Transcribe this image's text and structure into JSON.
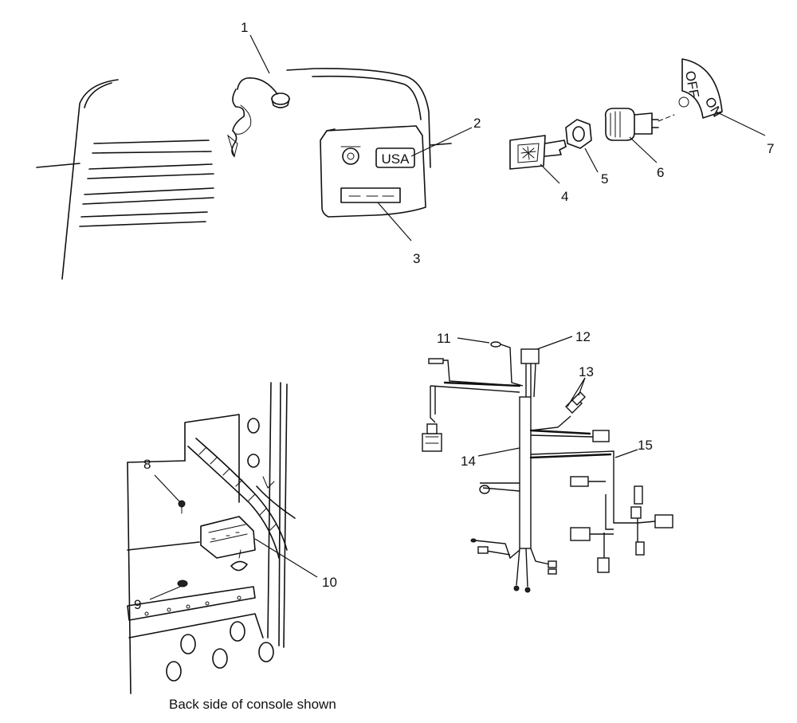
{
  "callouts": [
    {
      "num": "1"
    },
    {
      "num": "2"
    },
    {
      "num": "3"
    },
    {
      "num": "4"
    },
    {
      "num": "5"
    },
    {
      "num": "6"
    },
    {
      "num": "7"
    },
    {
      "num": "8"
    },
    {
      "num": "9"
    },
    {
      "num": "10"
    },
    {
      "num": "11"
    },
    {
      "num": "12"
    },
    {
      "num": "13"
    },
    {
      "num": "14"
    },
    {
      "num": "15"
    }
  ],
  "console": {
    "badge_text": "USA"
  },
  "switch_plate": {
    "off_label": "OFF",
    "on_label": "ON"
  },
  "caption": "Back side of console shown"
}
